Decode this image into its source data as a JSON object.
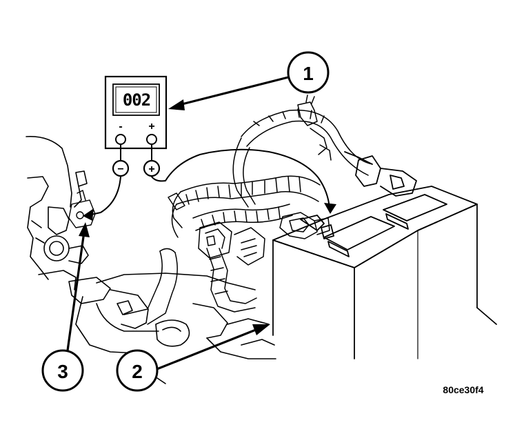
{
  "meter": {
    "display": "002",
    "neg_label": "-",
    "pos_label": "+"
  },
  "probes": {
    "neg_symbol": "−",
    "pos_symbol": "+"
  },
  "callouts": [
    {
      "number": "1"
    },
    {
      "number": "2"
    },
    {
      "number": "3"
    }
  ],
  "figure_id": "80ce30f4"
}
